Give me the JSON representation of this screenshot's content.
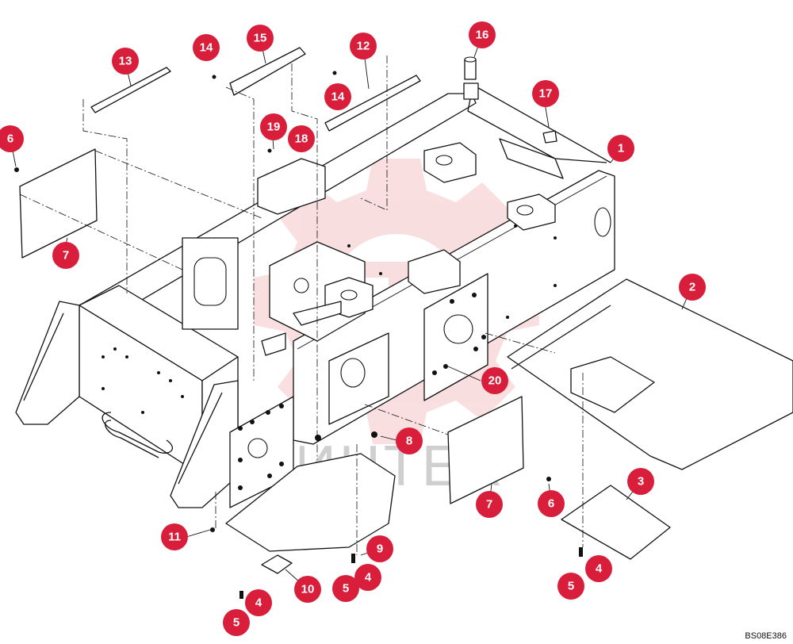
{
  "watermark": {
    "text": "ИНТЕХ",
    "color": "#f2b8b8"
  },
  "callout_color": "#d81e3a",
  "document_code": "BS08E386",
  "callouts": {
    "c1": "1",
    "c2": "2",
    "c3": "3",
    "c4a": "4",
    "c4b": "4",
    "c4c": "4",
    "c5a": "5",
    "c5b": "5",
    "c5c": "5",
    "c6a": "6",
    "c6b": "6",
    "c7a": "7",
    "c7b": "7",
    "c8": "8",
    "c9": "9",
    "c10": "10",
    "c11": "11",
    "c12": "12",
    "c13": "13",
    "c14a": "14",
    "c14b": "14",
    "c15": "15",
    "c16": "16",
    "c17": "17",
    "c18": "18",
    "c19": "19",
    "c20": "20"
  }
}
